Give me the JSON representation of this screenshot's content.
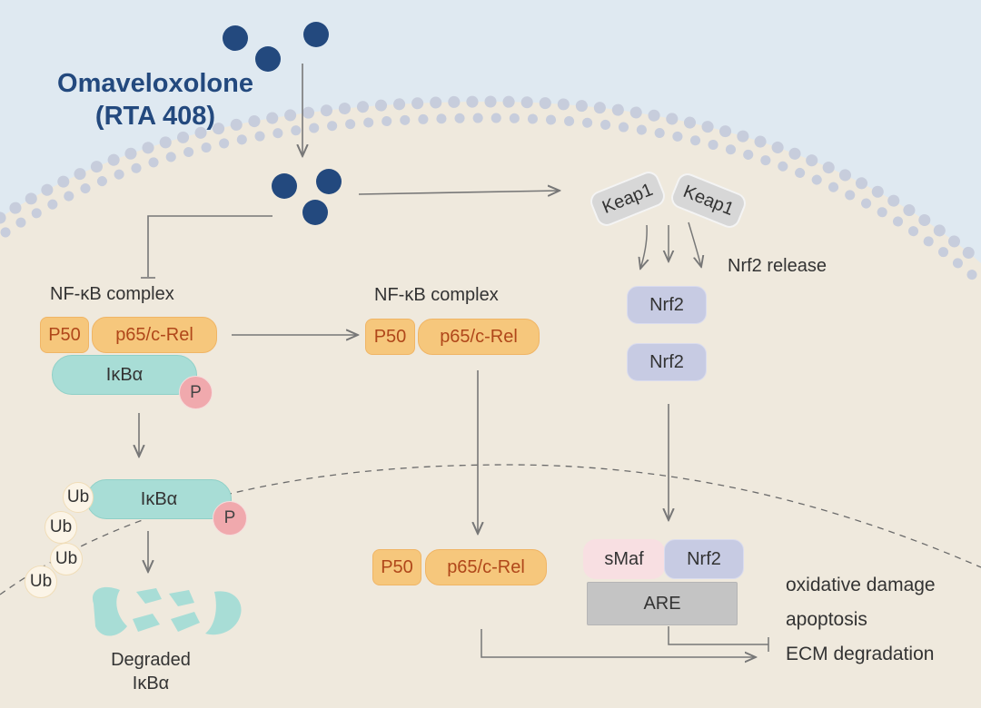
{
  "drug": {
    "name": "Omaveloxolone",
    "code": "(RTA 408)"
  },
  "left": {
    "complex_title": "NF-κB complex",
    "p50": "P50",
    "p65": "p65/c-Rel",
    "ikba": "IκBα",
    "phospho": "P",
    "ubiquitin": "Ub",
    "degraded_line1": "Degraded",
    "degraded_line2": "IκBα"
  },
  "middle": {
    "complex_title": "NF-κB complex",
    "p50": "P50",
    "p65": "p65/c-Rel"
  },
  "right": {
    "keap1": "Keap1",
    "release_label": "Nrf2 release",
    "nrf2": "Nrf2",
    "smaf": "sMaf",
    "are": "ARE"
  },
  "outcomes": [
    "oxidative damage",
    "apoptosis",
    "ECM degradation"
  ],
  "colors": {
    "extracellular": "#dfe9f1",
    "cytoplasm": "#efe9dd",
    "membrane_bead": "#c7cddc",
    "drug_molecule": "#23497e",
    "arrow": "#777777"
  }
}
